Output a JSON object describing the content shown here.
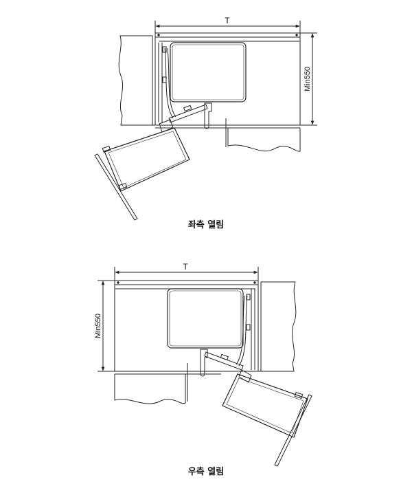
{
  "diagrams": [
    {
      "id": "left",
      "width_label": "T",
      "depth_label": "Min550",
      "caption": "좌측 열림"
    },
    {
      "id": "right",
      "width_label": "T",
      "depth_label": "Min550",
      "caption": "우측 열림"
    }
  ],
  "colors": {
    "line": "#222222",
    "tray_fill": "#ffffff",
    "shelf_fill": "#ffffff"
  }
}
